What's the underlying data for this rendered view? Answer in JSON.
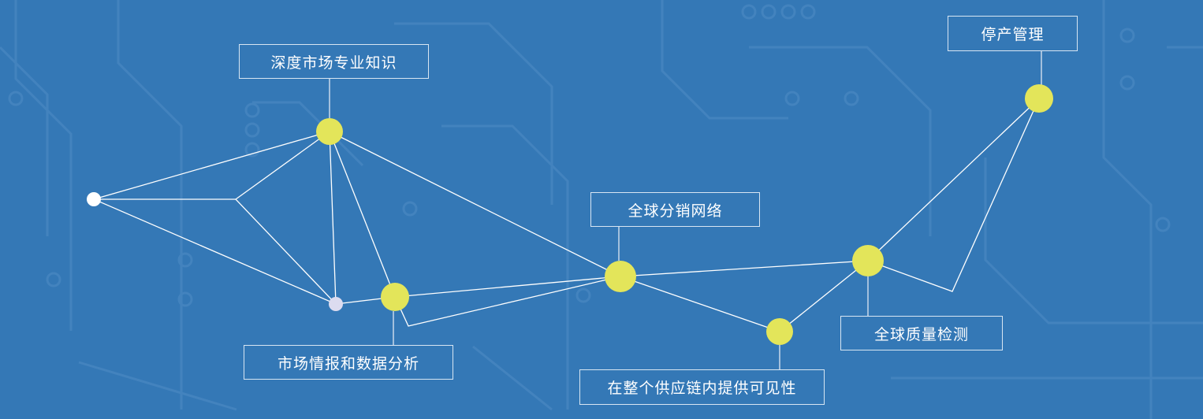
{
  "colors": {
    "background": "#3478b6",
    "node": "#e3e55a",
    "line": "#ffffff",
    "circuit": "#4a88c2"
  },
  "labels": {
    "deep_market": "深度市场专业知识",
    "eol_management": "停产管理",
    "global_distribution": "全球分销网络",
    "market_intel": "市场情报和数据分析",
    "supply_chain_visibility": "在整个供应链内提供可见性",
    "global_quality": "全球质量检测"
  }
}
